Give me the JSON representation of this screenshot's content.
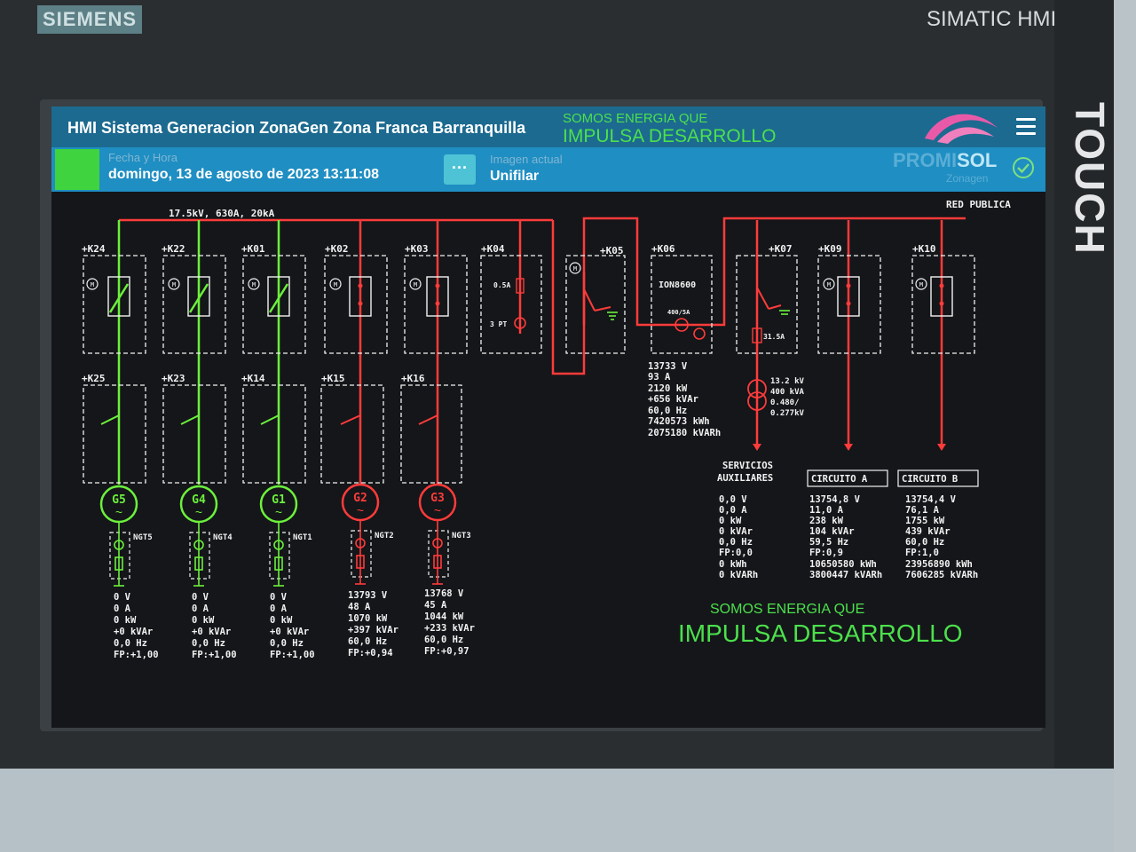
{
  "device": {
    "brand": "SIEMENS",
    "model": "SIMATIC HMI",
    "side_label": "TOUCH"
  },
  "header": {
    "title": "HMI Sistema Generacion ZonaGen Zona Franca Barranquilla",
    "slogan_line1": "SOMOS ENERGIA QUE",
    "slogan_line2": "IMPULSA DESARROLLO"
  },
  "infobar": {
    "date_label": "Fecha y Hora",
    "date_value": "domingo, 13 de agosto de 2023 13:11:08",
    "dots_label": "···",
    "image_label": "Imagen actual",
    "image_value": "Unifilar",
    "logo_part1": "PROMI",
    "logo_part2": "SOL",
    "logo_sub": "Zonagen"
  },
  "colors": {
    "energized": "#ff3b3b",
    "generator_online": "#6cf03c",
    "text": "#f2f2f2",
    "title_bar": "#1c6a90",
    "info_bar": "#1f8ec2"
  },
  "diagram": {
    "bus_rating": "17.5kV, 630A, 20kA",
    "red_publica": "RED PUBLICA",
    "top_cells": [
      {
        "name": "+K24",
        "state": "green"
      },
      {
        "name": "+K22",
        "state": "green"
      },
      {
        "name": "+K01",
        "state": "green"
      },
      {
        "name": "+K02",
        "state": "red"
      },
      {
        "name": "+K03",
        "state": "red"
      },
      {
        "name": "+K04",
        "state": "red"
      },
      {
        "name": "+K05",
        "state": "red"
      },
      {
        "name": "+K06",
        "state": "red"
      },
      {
        "name": "+K07",
        "state": "red"
      },
      {
        "name": "+K09",
        "state": "red"
      },
      {
        "name": "+K10",
        "state": "red"
      }
    ],
    "k04": {
      "fuse": "0.5A",
      "pt": "3 PT"
    },
    "k06": {
      "meter": "ION8600",
      "ct": "400/5A"
    },
    "k07": {
      "fuse": "31.5A"
    },
    "lower_cells": [
      "+K25",
      "+K23",
      "+K14",
      "+K15",
      "+K16"
    ],
    "generators": [
      {
        "name": "G5",
        "ngt": "NGT5",
        "state": "green",
        "v": "0 V",
        "a": "0 A",
        "kw": "0 kW",
        "kvar": "+0 kVAr",
        "hz": "0,0 Hz",
        "fp": "FP:+1,00"
      },
      {
        "name": "G4",
        "ngt": "NGT4",
        "state": "green",
        "v": "0 V",
        "a": "0 A",
        "kw": "0 kW",
        "kvar": "+0 kVAr",
        "hz": "0,0 Hz",
        "fp": "FP:+1,00"
      },
      {
        "name": "G1",
        "ngt": "NGT1",
        "state": "green",
        "v": "0 V",
        "a": "0 A",
        "kw": "0 kW",
        "kvar": "+0 kVAr",
        "hz": "0,0 Hz",
        "fp": "FP:+1,00"
      },
      {
        "name": "G2",
        "ngt": "NGT2",
        "state": "red",
        "v": "13793 V",
        "a": "48 A",
        "kw": "1070 kW",
        "kvar": "+397 kVAr",
        "hz": "60,0 Hz",
        "fp": "FP:+0,94"
      },
      {
        "name": "G3",
        "ngt": "NGT3",
        "state": "red",
        "v": "13768 V",
        "a": "45 A",
        "kw": "1044 kW",
        "kvar": "+233 kVAr",
        "hz": "60,0 Hz",
        "fp": "FP:+0,97"
      }
    ],
    "ion_meter": {
      "v": "13733 V",
      "a": "93 A",
      "kw": "2120 kW",
      "kvar": "+656 kVAr",
      "hz": "60,0 Hz",
      "kwh": "7420573 kWh",
      "kvarh": "2075180 kVARh"
    },
    "transformer": {
      "kv": "13.2 kV",
      "kva": "400 kVA",
      "ratio1": "0.480/",
      "ratio2": "0.277kV"
    },
    "servicios": {
      "title1": "SERVICIOS",
      "title2": "AUXILIARES",
      "v": "0,0 V",
      "a": "0,0 A",
      "kw": "0 kW",
      "kvar": "0 kVAr",
      "hz": "0,0 Hz",
      "fp": "FP:0,0",
      "kwh": "0 kWh",
      "kvarh": "0 kVARh"
    },
    "circuito_a": {
      "title": "CIRCUITO A",
      "v": "13754,8 V",
      "a": "11,0 A",
      "kw": "238 kW",
      "kvar": "104 kVAr",
      "hz": "59,5 Hz",
      "fp": "FP:0,9",
      "kwh": "10650580 kWh",
      "kvarh": "3800447 kVARh"
    },
    "circuito_b": {
      "title": "CIRCUITO B",
      "v": "13754,4 V",
      "a": "76,1 A",
      "kw": "1755 kW",
      "kvar": "439 kVAr",
      "hz": "60,0 Hz",
      "fp": "FP:1,0",
      "kwh": "23956890 kWh",
      "kvarh": "7606285 kVARh"
    },
    "slogan_line1": "SOMOS ENERGIA QUE",
    "slogan_line2": "IMPULSA DESARROLLO"
  }
}
